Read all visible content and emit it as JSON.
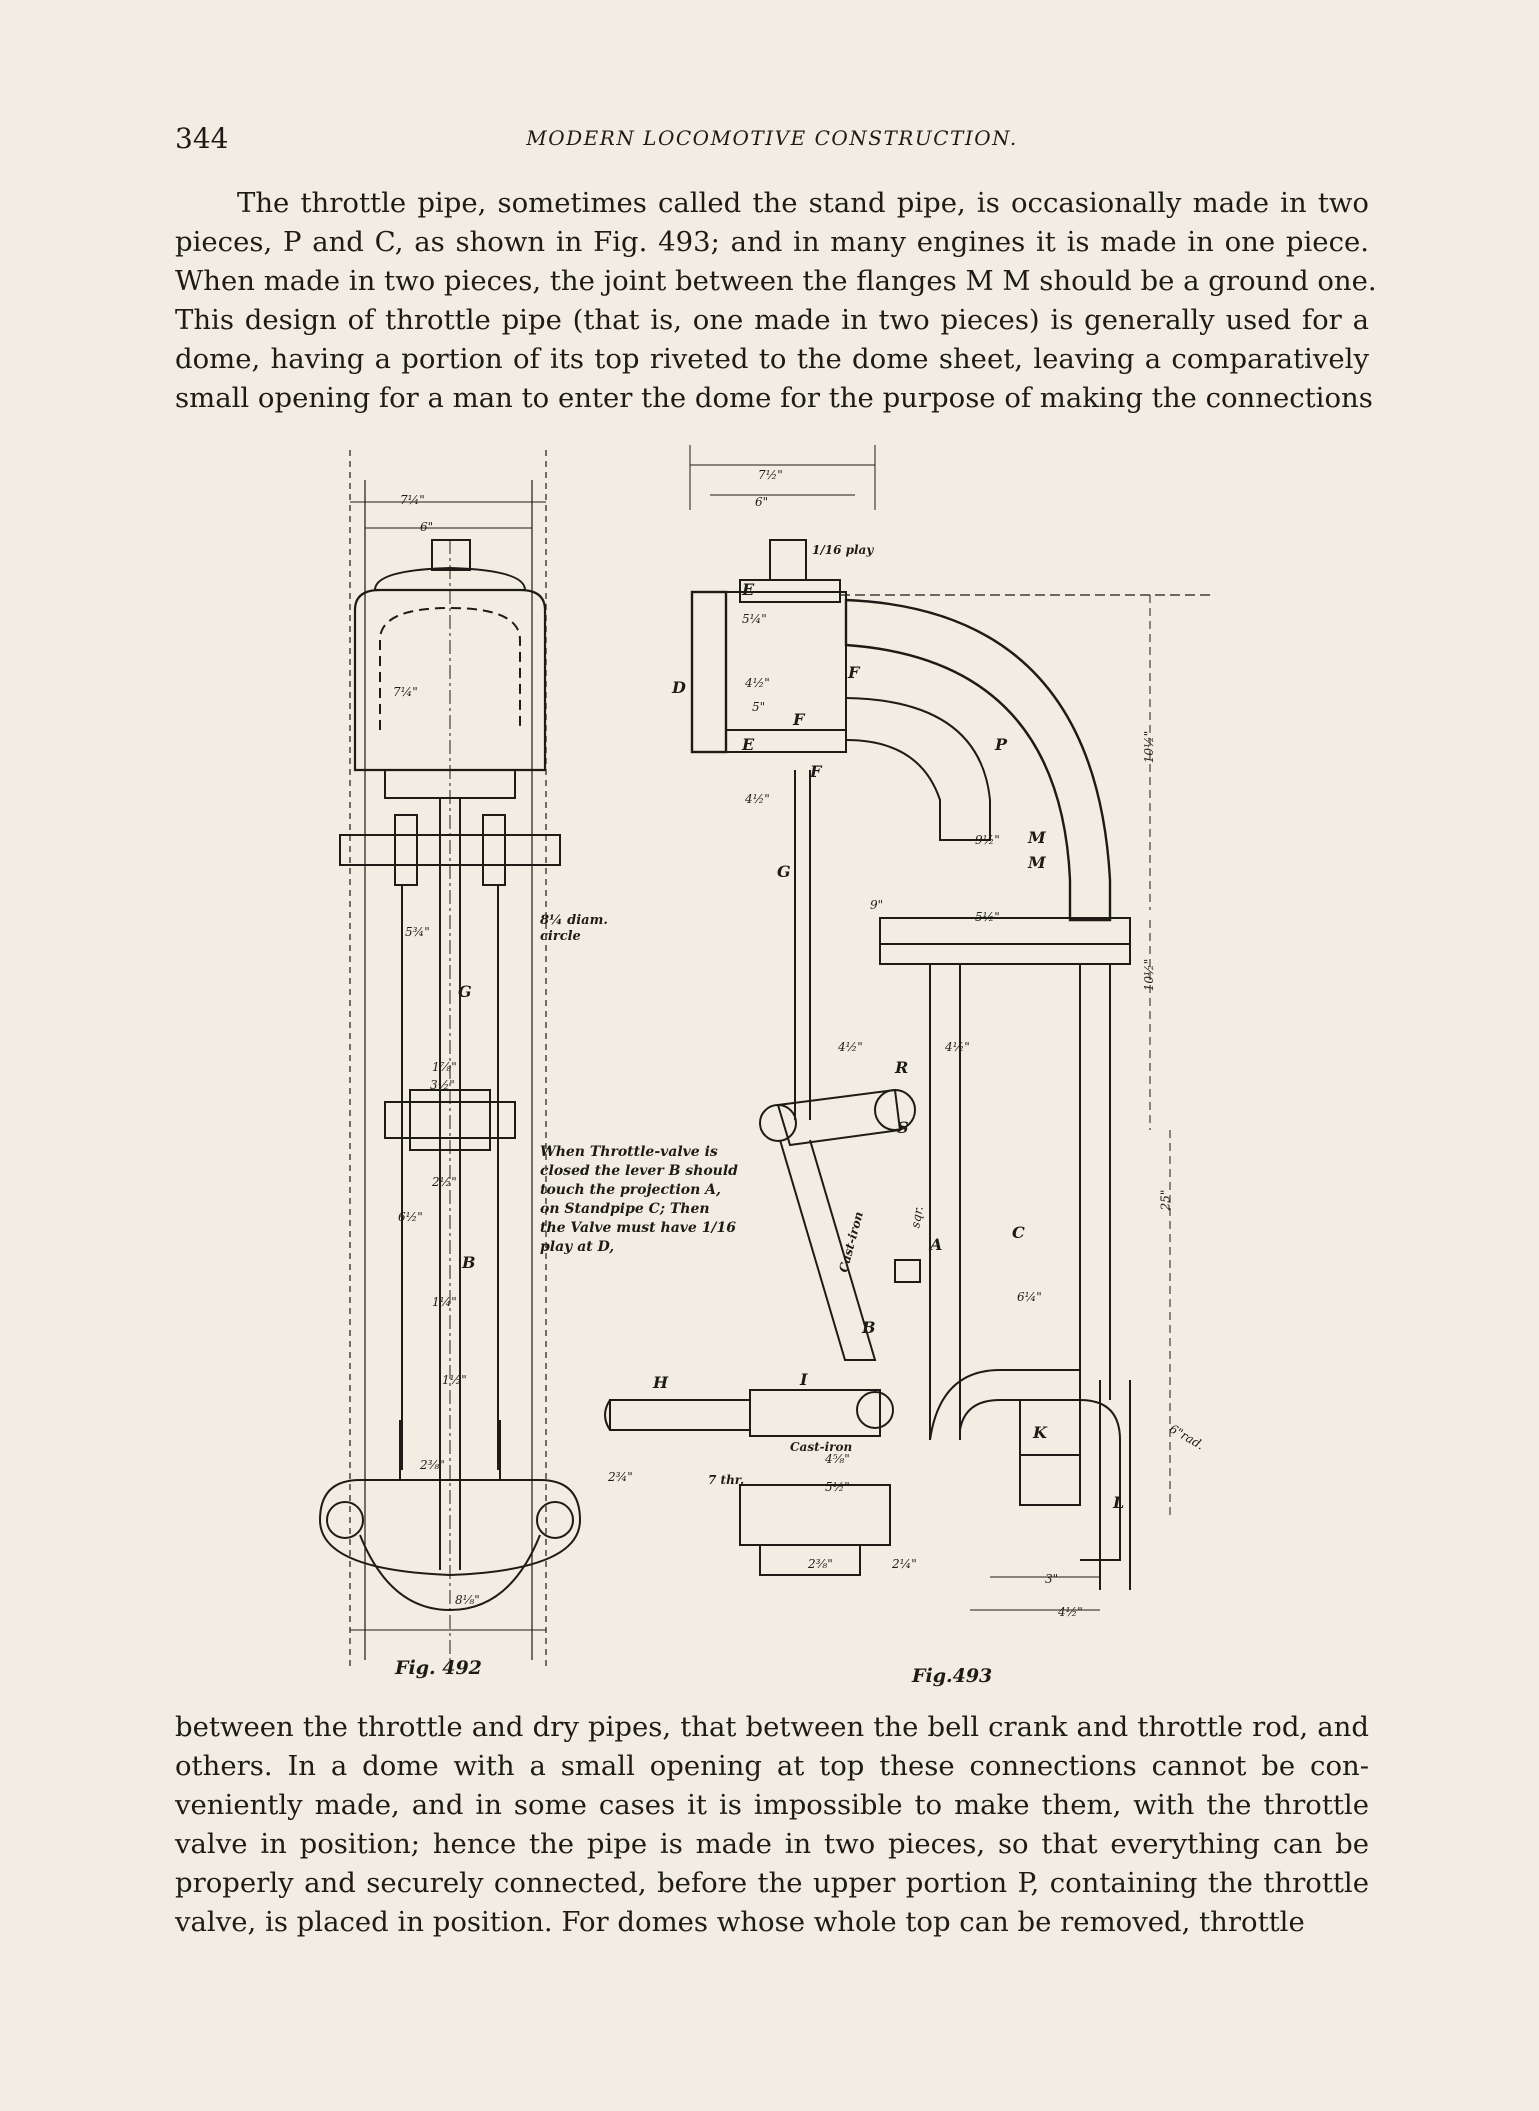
{
  "header": {
    "page_number": "344",
    "title": "MODERN LOCOMOTIVE CONSTRUCTION."
  },
  "paragraph1": {
    "lines": [
      "The throttle pipe, sometimes called the stand pipe, is occasionally made in two",
      "pieces, P and C, as shown in Fig. 493; and in many engines it is made in one piece.",
      "When made in two pieces, the joint between the flanges M M should be a ground one.",
      "This design of throttle pipe (that is, one made in two pieces) is generally used for a",
      "dome, having a portion of its top riveted to the dome sheet, leaving a comparatively",
      "small opening for a man to enter the dome for the purpose of making the connections"
    ]
  },
  "paragraph2": {
    "lines": [
      "between the throttle and dry pipes, that between the bell crank and throttle rod, and",
      "others. In a dome with a small opening at top these connections cannot be con-",
      "veniently made, and in some cases it is impossible to make them, with the throttle",
      "valve in position; hence the pipe is made in two pieces, so that everything can be",
      "properly and securely connected, before the upper portion P, containing the throttle",
      "valve, is placed in position. For domes whose whole top can be removed, throttle"
    ]
  },
  "figures": {
    "fig492": {
      "caption": "Fig. 492",
      "labels": {
        "G": "G",
        "B": "B"
      },
      "circle_note": [
        "8¼ diam.",
        "circle"
      ],
      "dims": [
        "7¼\"",
        "6\"",
        "7¼\"",
        "5¾\"",
        "3½\"",
        "1⅞\"",
        "2½\"",
        "6½\"",
        "1¼\"",
        "1½\"",
        "2⅜\"",
        "8⅛\"",
        "2¾\""
      ]
    },
    "fig493": {
      "caption": "Fig.493",
      "labels": {
        "E1": "E",
        "E2": "E",
        "F1": "F",
        "F2": "F",
        "F3": "F",
        "D": "D",
        "P": "P",
        "M1": "M",
        "M2": "M",
        "G": "G",
        "R": "R",
        "S": "S",
        "A": "A",
        "C": "C",
        "B": "B",
        "H": "H",
        "I": "I",
        "K": "K",
        "L": "L"
      },
      "note_lines": [
        "When Throttle-valve is",
        "closed the lever B should",
        "touch the projection A,",
        "on Standpipe C; Then",
        "the Valve must have 1/16",
        "play at D,"
      ],
      "text_labels": {
        "play": "1/16 play",
        "cast_iron_1": "Cast-iron",
        "cast_iron_2": "Cast-iron",
        "sqr": "sqr.",
        "thr": "7 thr.",
        "rad": "6\"rad."
      },
      "dims": [
        "7½\"",
        "6\"",
        "5¼\"",
        "4½\"",
        "5\"",
        "4½\"",
        "9½\"",
        "9\"",
        "5½\"",
        "4½\"",
        "4½\"",
        "10½\"",
        "10½\"",
        "25\"",
        "6¼\"",
        "4⅝\"",
        "5½\"",
        "3\"",
        "4½\"",
        "2⅜\"",
        "2¼\""
      ]
    }
  },
  "colors": {
    "paper": "#f1ede2",
    "ink": "#1e1b16"
  }
}
